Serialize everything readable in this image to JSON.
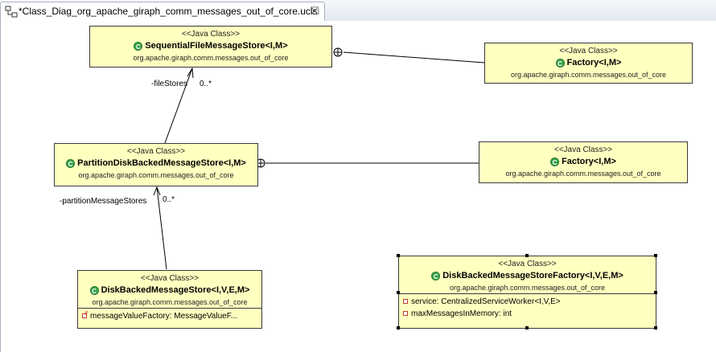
{
  "editor": {
    "tab_title": "*Class_Diag_org_apache_giraph_comm_messages_out_of_core.ucls",
    "close_symbol": "☒"
  },
  "classes": {
    "sequential": {
      "stereotype": "<<Java Class>>",
      "name": "SequentialFileMessageStore<I,M>",
      "package": "org.apache.giraph.comm.messages.out_of_core"
    },
    "factory_top": {
      "stereotype": "<<Java Class>>",
      "name": "Factory<I,M>",
      "package": "org.apache.giraph.comm.messages.out_of_core"
    },
    "partition": {
      "stereotype": "<<Java Class>>",
      "name": "PartitionDiskBackedMessageStore<I,M>",
      "package": "org.apache.giraph.comm.messages.out_of_core"
    },
    "factory_mid": {
      "stereotype": "<<Java Class>>",
      "name": "Factory<I,M>",
      "package": "org.apache.giraph.comm.messages.out_of_core"
    },
    "diskbacked": {
      "stereotype": "<<Java Class>>",
      "name": "DiskBackedMessageStore<I,V,E,M>",
      "package": "org.apache.giraph.comm.messages.out_of_core",
      "attributes": [
        "messageValueFactory: MessageValueF..."
      ]
    },
    "storefactory": {
      "stereotype": "<<Java Class>>",
      "name": "DiskBackedMessageStoreFactory<I,V,E,M>",
      "package": "org.apache.giraph.comm.messages.out_of_core",
      "attributes": [
        "service: CentralizedServiceWorker<I,V,E>",
        "maxMessagesInMemory: int"
      ]
    }
  },
  "associations": {
    "file_stores": {
      "role": "-fileStores",
      "multiplicity": "0..*"
    },
    "partition_stores": {
      "role": "-partitionMessageStores",
      "multiplicity": "0..*"
    }
  },
  "icons": {
    "tab": "class-diagram-icon",
    "class": "java-class-icon",
    "attribute": "private-field-icon",
    "nesting": "nested-class-circle-plus-icon"
  },
  "colors": {
    "class_fill": "#ffffc0",
    "class_icon": "#3aa44a",
    "private_marker": "#c0392b"
  }
}
